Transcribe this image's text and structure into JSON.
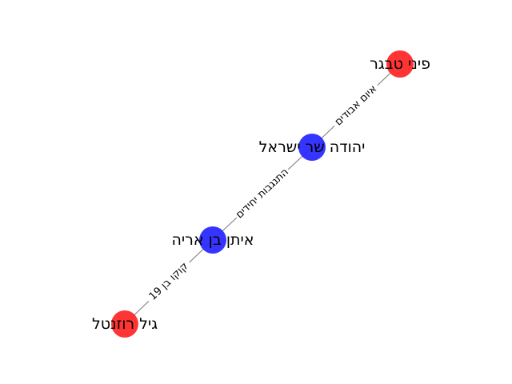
{
  "colors": {
    "red_node": "#ff2a2a",
    "blue_node": "#2a2aff",
    "edge": "#808080",
    "label_bg": "#ffffff"
  },
  "nodes": [
    {
      "id": "pini",
      "label": "פיני טבגר",
      "group": "red"
    },
    {
      "id": "yehuda",
      "label": "יהודה שר ישראל",
      "group": "blue"
    },
    {
      "id": "eitan",
      "label": "איתן בן אריה",
      "group": "blue"
    },
    {
      "id": "gil",
      "label": "גיל רוזנטל",
      "group": "red"
    }
  ],
  "edges": [
    {
      "source": "pini",
      "target": "yehuda",
      "label": "איום אבודים"
    },
    {
      "source": "yehuda",
      "target": "eitan",
      "label": "התנגבות יחידים"
    },
    {
      "source": "eitan",
      "target": "gil",
      "label": "קוקו בן 19"
    }
  ]
}
